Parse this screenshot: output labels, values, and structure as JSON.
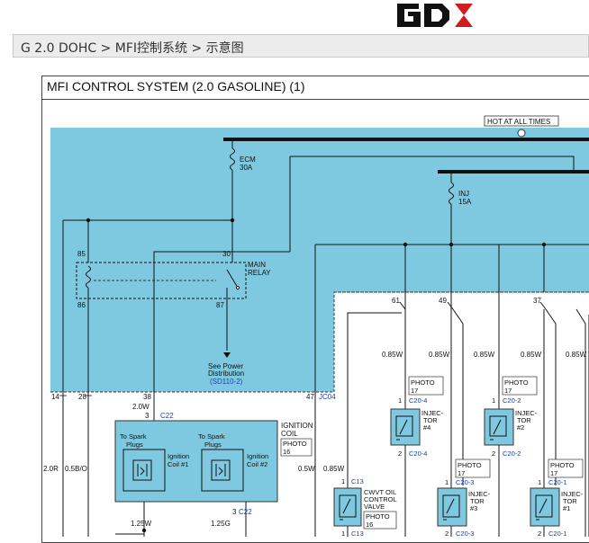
{
  "header": {
    "logo_text": "GDS"
  },
  "breadcrumb": {
    "text": "G 2.0 DOHC > MFI控制系统 > 示意图"
  },
  "diagram": {
    "title": "MFI CONTROL SYSTEM (2.0 GASOLINE) (1)",
    "hot_label": "HOT AT ALL TIMES",
    "ecm_fuse": "ECM",
    "ecm_amp": "30A",
    "inj_fuse": "INJ",
    "inj_amp": "15A",
    "relay_label_1": "MAIN",
    "relay_label_2": "RELAY",
    "pin_85": "85",
    "pin_30": "30",
    "pin_86": "86",
    "pin_87": "87",
    "see_power_1": "See Power",
    "see_power_2": "Distribution",
    "see_power_ref": "(SD110-2)",
    "conn_14": "14",
    "conn_28": "28",
    "conn_38": "38",
    "conn_47": "47",
    "conn_jc04": "JC04",
    "wire_2w": "2.0W",
    "pin_3": "3",
    "c22_top": "C22",
    "c22_bot": "C22",
    "ign_coil_1": "IGNITION",
    "ign_coil_2": "COIL",
    "photo16": "PHOTO",
    "photo16_num": "16",
    "spark_1a": "To Spark",
    "spark_1b": "Plugs",
    "spark_2a": "To Spark",
    "spark_2b": "Plugs",
    "coil1_a": "Ignition",
    "coil1_b": "Coil #1",
    "coil2_a": "Ignition",
    "coil2_b": "Coil #2",
    "wire_125w": "1.25W",
    "wire_125g": "1.25G",
    "wire_20r": "2.0R",
    "wire_05bo": "0.5B/O",
    "wire_05w": "0.5W",
    "wire_085w_a": "0.85W",
    "wire_085w_b": "0.85W",
    "wire_085w_c": "0.85W",
    "wire_085w_d": "0.85W",
    "wire_085w_e": "0.85W",
    "wire_085w_f": "0.85W",
    "pin_61": "61",
    "pin_49": "49",
    "pin_37": "37",
    "c13_a": "C13",
    "c13_b": "C13",
    "cwvt_1": "CWVT OIL",
    "cwvt_2": "CONTROL",
    "cwvt_3": "VALVE",
    "photo_cwvt": "PHOTO",
    "photo_cwvt_num": "16",
    "inj4_photo": "PHOTO",
    "inj4_photo_num": "17",
    "inj4_conn": "C20-4",
    "inj4_conn_b": "C20-4",
    "inj4_1": "INJEC-",
    "inj4_2": "TOR",
    "inj4_3": "#4",
    "inj2_photo": "PHOTO",
    "inj2_photo_num": "17",
    "inj2_conn": "C20-2",
    "inj2_conn_b": "C20-2",
    "inj2_1": "INJEC-",
    "inj2_2": "TOR",
    "inj2_3": "#2",
    "inj3_photo": "PHOTO",
    "inj3_photo_num": "17",
    "inj3_conn": "C20-3",
    "inj3_conn_b": "C20-3",
    "inj3_1": "INJEC-",
    "inj3_2": "TOR",
    "inj3_3": "#3",
    "inj1_photo": "PHOTO",
    "inj1_photo_num": "17",
    "inj1_conn": "C20-1",
    "inj1_conn_b": "C20-1",
    "inj1_1": "INJEC-",
    "inj1_2": "TOR",
    "inj1_3": "#1",
    "pin1": "1",
    "pin2": "2"
  },
  "colors": {
    "shade": "#7ec9df",
    "wire": "#111111",
    "ref_blue": "#1a3fb0",
    "logo_red": "#d01c1c"
  }
}
